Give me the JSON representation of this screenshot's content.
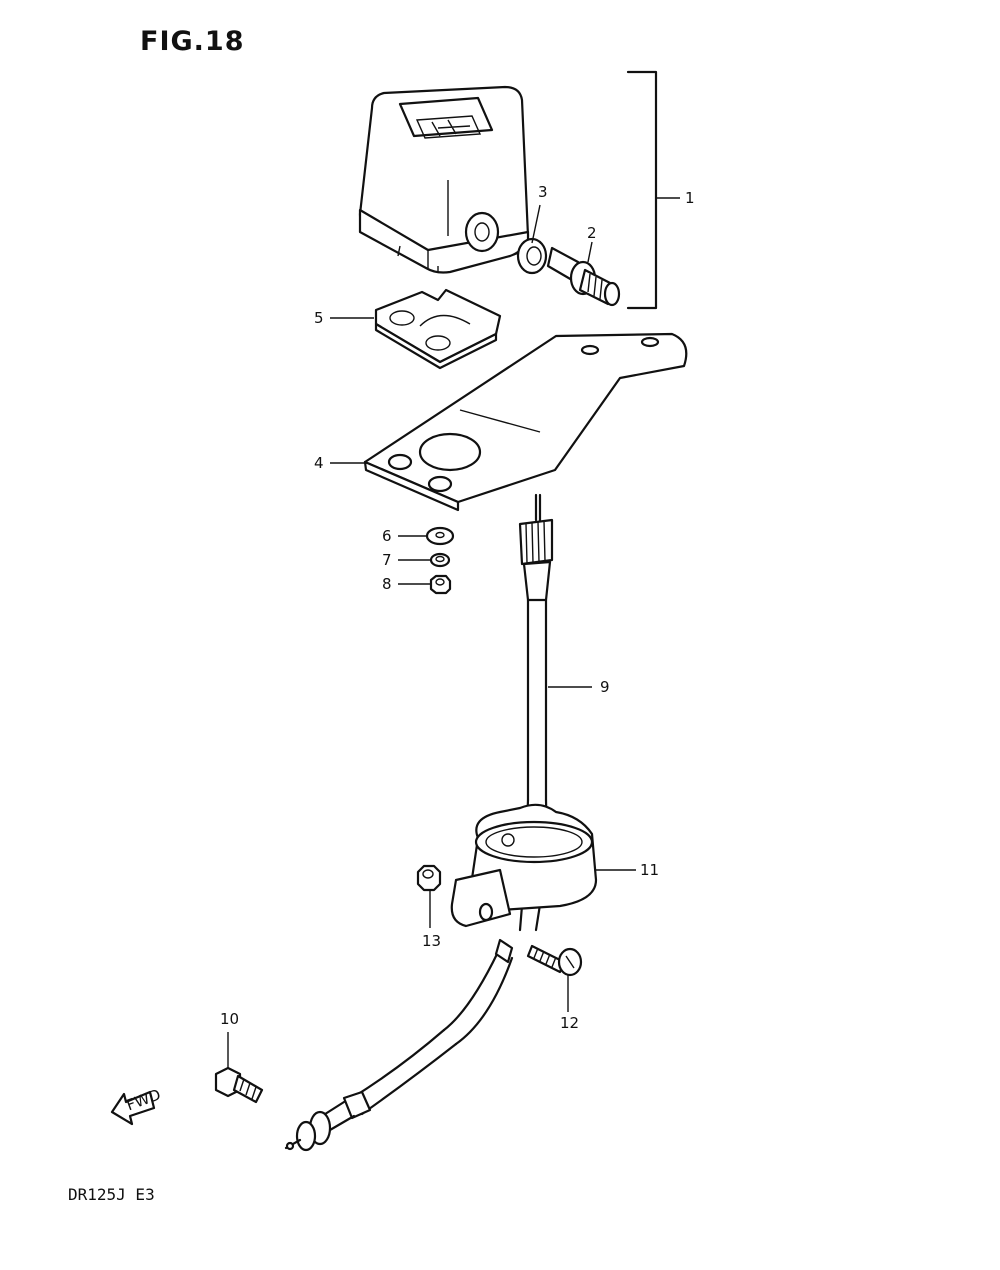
{
  "figure": {
    "title": "FIG.18",
    "model_code": "DR125J  E3",
    "fwd_label": "FWD"
  },
  "callouts": [
    {
      "id": "1",
      "label": "1"
    },
    {
      "id": "2",
      "label": "2"
    },
    {
      "id": "3",
      "label": "3"
    },
    {
      "id": "4",
      "label": "4"
    },
    {
      "id": "5",
      "label": "5"
    },
    {
      "id": "6",
      "label": "6"
    },
    {
      "id": "7",
      "label": "7"
    },
    {
      "id": "8",
      "label": "8"
    },
    {
      "id": "9",
      "label": "9"
    },
    {
      "id": "10",
      "label": "10"
    },
    {
      "id": "11",
      "label": "11"
    },
    {
      "id": "12",
      "label": "12"
    },
    {
      "id": "13",
      "label": "13"
    }
  ]
}
